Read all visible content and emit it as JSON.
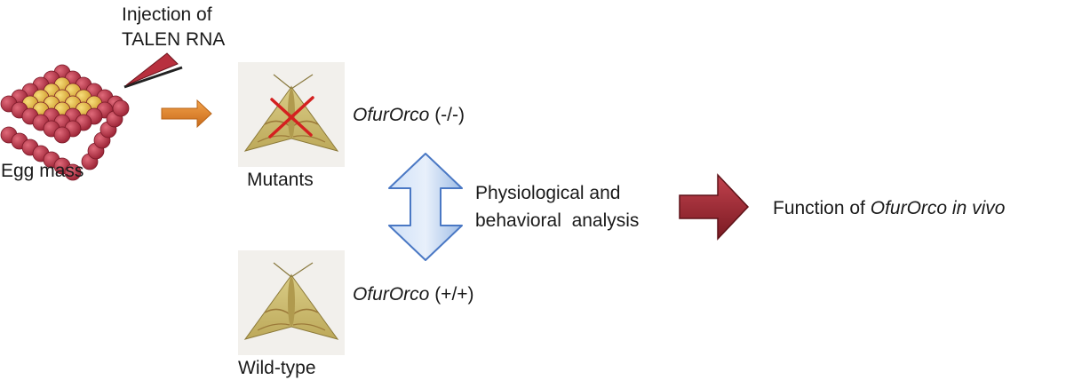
{
  "injection": {
    "line1": "Injection of",
    "line2": "TALEN RNA"
  },
  "egg": {
    "label": "Egg mass"
  },
  "mutant": {
    "label": "Mutants",
    "genotype_gene": "OfurOrco",
    "genotype_suffix": " (-/-)"
  },
  "wildtype": {
    "label": "Wild-type",
    "genotype_gene": "OfurOrco",
    "genotype_suffix": " (+/+)"
  },
  "analysis": {
    "line1": "Physiological and",
    "line2": "behavioral  analysis"
  },
  "function": {
    "prefix": "Function of ",
    "gene": "OfurOrco",
    "suffix": " in vivo"
  },
  "colors": {
    "egg": "#b8384a",
    "egg_yellow": "#e3b23c",
    "orange_arrow": "#e0852a",
    "blue_arrow": "#a9c6ec",
    "red_arrow": "#9b2630",
    "moth": "#cdbf73",
    "cross": "#d42020"
  }
}
